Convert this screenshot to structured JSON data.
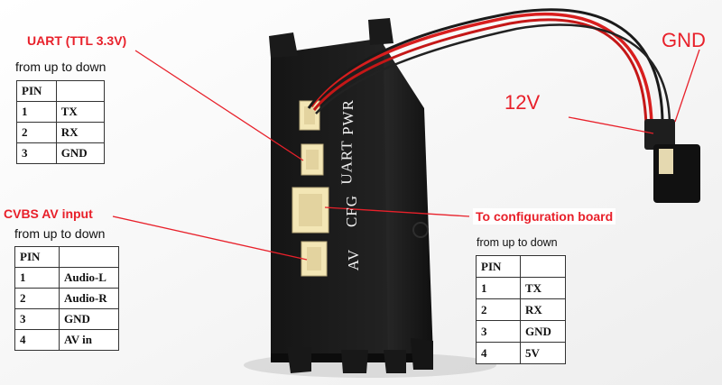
{
  "colors": {
    "accent": "#e8202a",
    "housing": "#141414",
    "wire_red": "#d81e1e",
    "wire_black": "#1a1a1a",
    "connector": "#f3e6b5"
  },
  "ports": {
    "pwr": "PWR",
    "uart": "UART",
    "cfg": "CFG",
    "av": "AV"
  },
  "labels": {
    "gnd": "GND",
    "v12": "12V"
  },
  "uart": {
    "title": "UART (TTL 3.3V)",
    "subtitle": "from up to down",
    "header": [
      "PIN",
      ""
    ],
    "rows": [
      [
        "1",
        "TX"
      ],
      [
        "2",
        "RX"
      ],
      [
        "3",
        "GND"
      ]
    ]
  },
  "cvbs": {
    "title": "CVBS AV input",
    "subtitle": "from up to down",
    "header": [
      "PIN",
      ""
    ],
    "rows": [
      [
        "1",
        "Audio-L"
      ],
      [
        "2",
        "Audio-R"
      ],
      [
        "3",
        "GND"
      ],
      [
        "4",
        "AV in"
      ]
    ]
  },
  "config": {
    "title": "To configuration board",
    "subtitle": "from up to down",
    "header": [
      "PIN",
      ""
    ],
    "rows": [
      [
        "1",
        "TX"
      ],
      [
        "2",
        "RX"
      ],
      [
        "3",
        "GND"
      ],
      [
        "4",
        "5V"
      ]
    ]
  }
}
